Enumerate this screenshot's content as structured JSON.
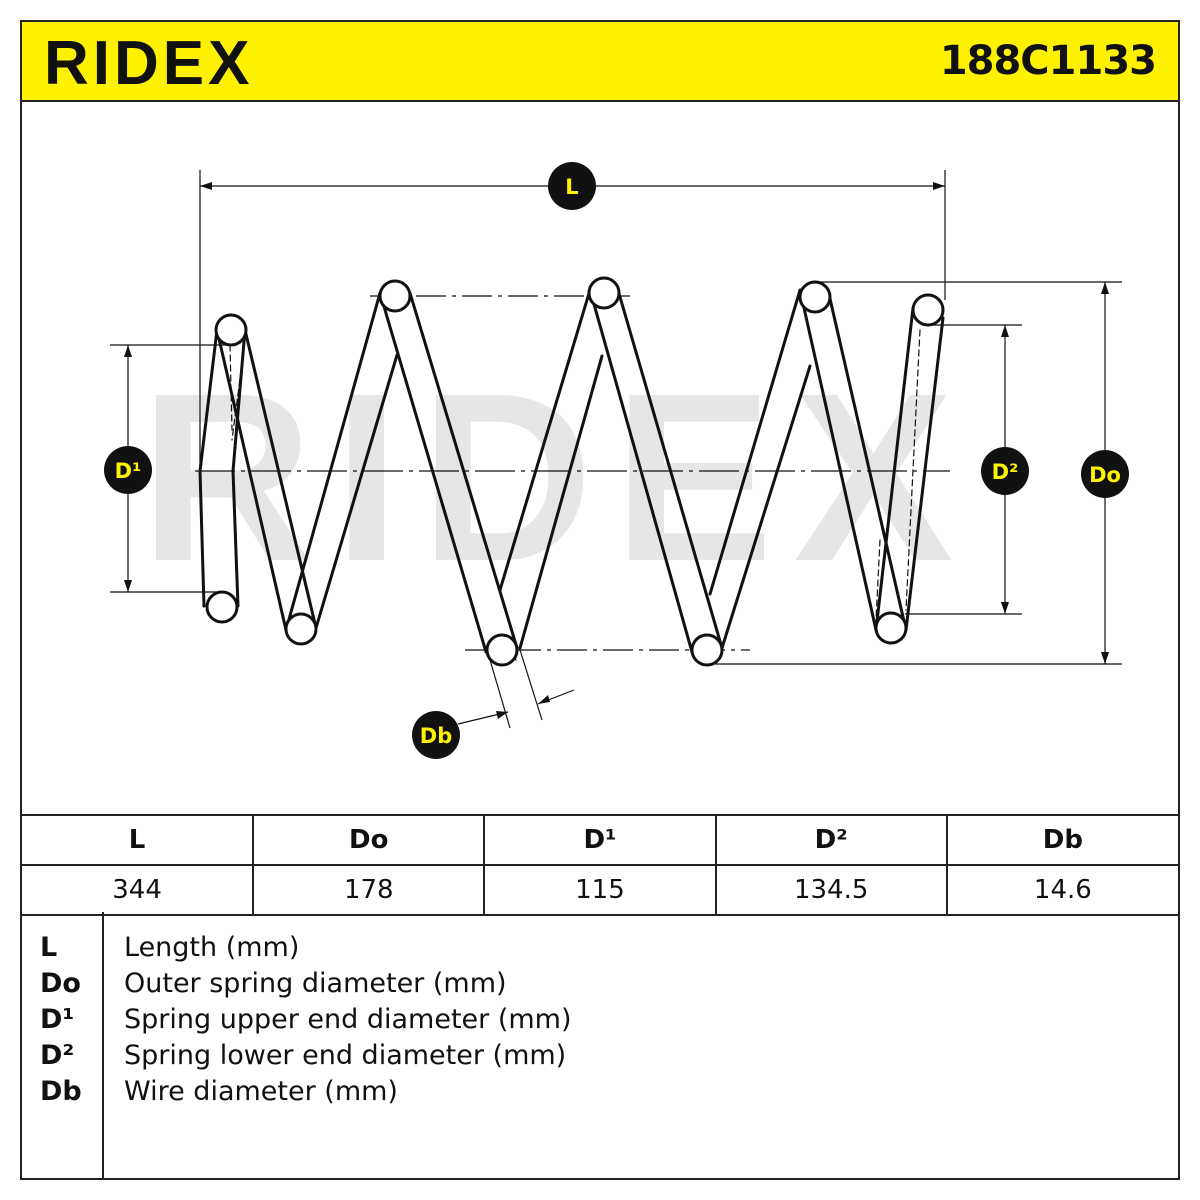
{
  "header": {
    "brand": "RIDEX",
    "part_number": "188C1133"
  },
  "diagram": {
    "watermark": "RIDEX",
    "labels": {
      "L": "L",
      "Do": "Do",
      "D1": "D¹",
      "D2": "D²",
      "Db": "Db"
    }
  },
  "specs": {
    "headers": [
      "L",
      "Do",
      "D¹",
      "D²",
      "Db"
    ],
    "values": [
      "344",
      "178",
      "115",
      "134.5",
      "14.6"
    ]
  },
  "legend": [
    {
      "key": "L",
      "desc": "Length (mm)"
    },
    {
      "key": "Do",
      "desc": "Outer spring diameter (mm)"
    },
    {
      "key": "D¹",
      "desc": "Spring upper end diameter (mm)"
    },
    {
      "key": "D²",
      "desc": "Spring lower end diameter (mm)"
    },
    {
      "key": "Db",
      "desc": "Wire diameter (mm)"
    }
  ],
  "colors": {
    "accent": "#fff200",
    "ink": "#111111",
    "watermark": "#e6e6e6"
  }
}
